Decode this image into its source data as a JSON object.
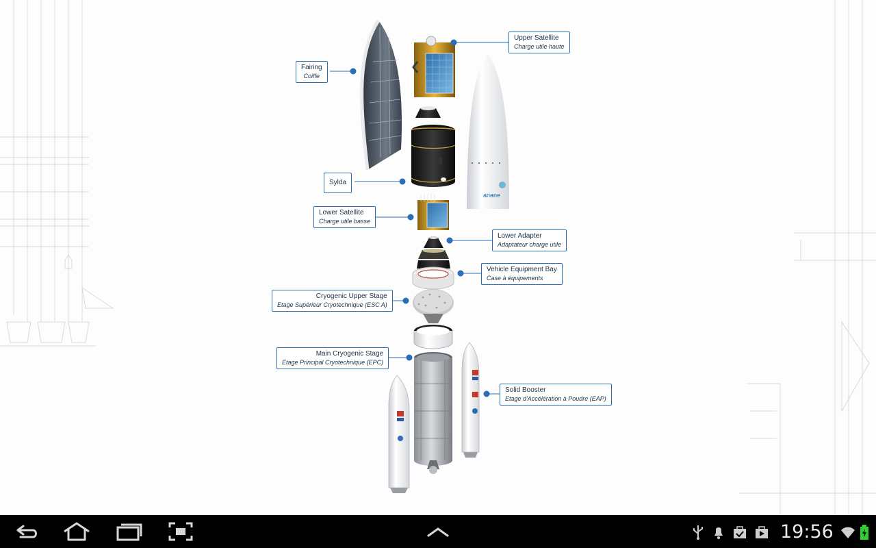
{
  "diagram": {
    "labels": [
      {
        "key": "upper_satellite",
        "en": "Upper Satellite",
        "fr": "Charge utile haute"
      },
      {
        "key": "fairing",
        "en": "Fairing",
        "fr": "Coiffe"
      },
      {
        "key": "sylda",
        "en": "Sylda",
        "fr": ""
      },
      {
        "key": "lower_satellite",
        "en": "Lower Satellite",
        "fr": "Charge utile basse"
      },
      {
        "key": "lower_adapter",
        "en": "Lower Adapter",
        "fr": "Adaptateur charge utile"
      },
      {
        "key": "vehicle_equipment_bay",
        "en": "Vehicle Equipment Bay",
        "fr": "Case à équipements"
      },
      {
        "key": "cryogenic_upper_stage",
        "en": "Cryogenic Upper Stage",
        "fr": "Etage Supérieur Cryotechnique (ESC A)"
      },
      {
        "key": "main_cryogenic_stage",
        "en": "Main Cryogenic Stage",
        "fr": "Etage Principal Cryotechnique (EPC)"
      },
      {
        "key": "solid_booster",
        "en": "Solid Booster",
        "fr": "Etage d'Accélération à Poudre (EAP)"
      }
    ],
    "fairing_logo_text": "ariane",
    "accent_color": "#2a6fb4"
  },
  "navbar": {
    "back_icon": "back-arrow-icon",
    "home_icon": "home-icon",
    "recent_icon": "recent-apps-icon",
    "screenshot_icon": "screenshot-icon",
    "up_icon": "chevron-up-icon",
    "status_icons": [
      "usb-icon",
      "notification-icon",
      "task-icon",
      "play-store-icon",
      "wifi-icon",
      "battery-icon"
    ],
    "time": "19:56"
  }
}
